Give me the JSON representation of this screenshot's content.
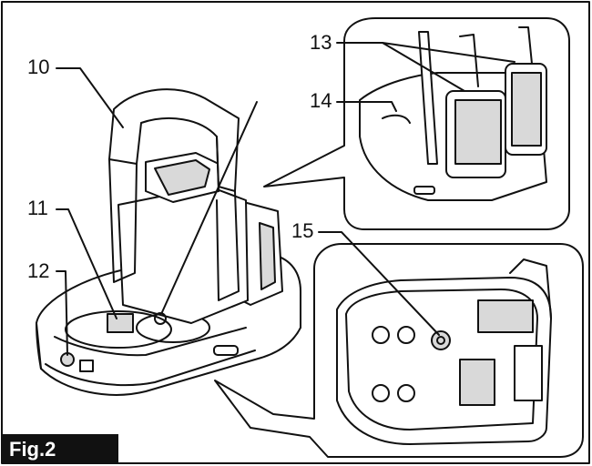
{
  "figure": {
    "label": "Fig.2",
    "callouts": [
      {
        "id": "10",
        "text": "10"
      },
      {
        "id": "11",
        "text": "11"
      },
      {
        "id": "12",
        "text": "12"
      },
      {
        "id": "13",
        "text": "13"
      },
      {
        "id": "14",
        "text": "14"
      },
      {
        "id": "15",
        "text": "15"
      }
    ]
  },
  "colors": {
    "ink": "#111111",
    "paper": "#ffffff",
    "shade": "#d9d9d9"
  }
}
